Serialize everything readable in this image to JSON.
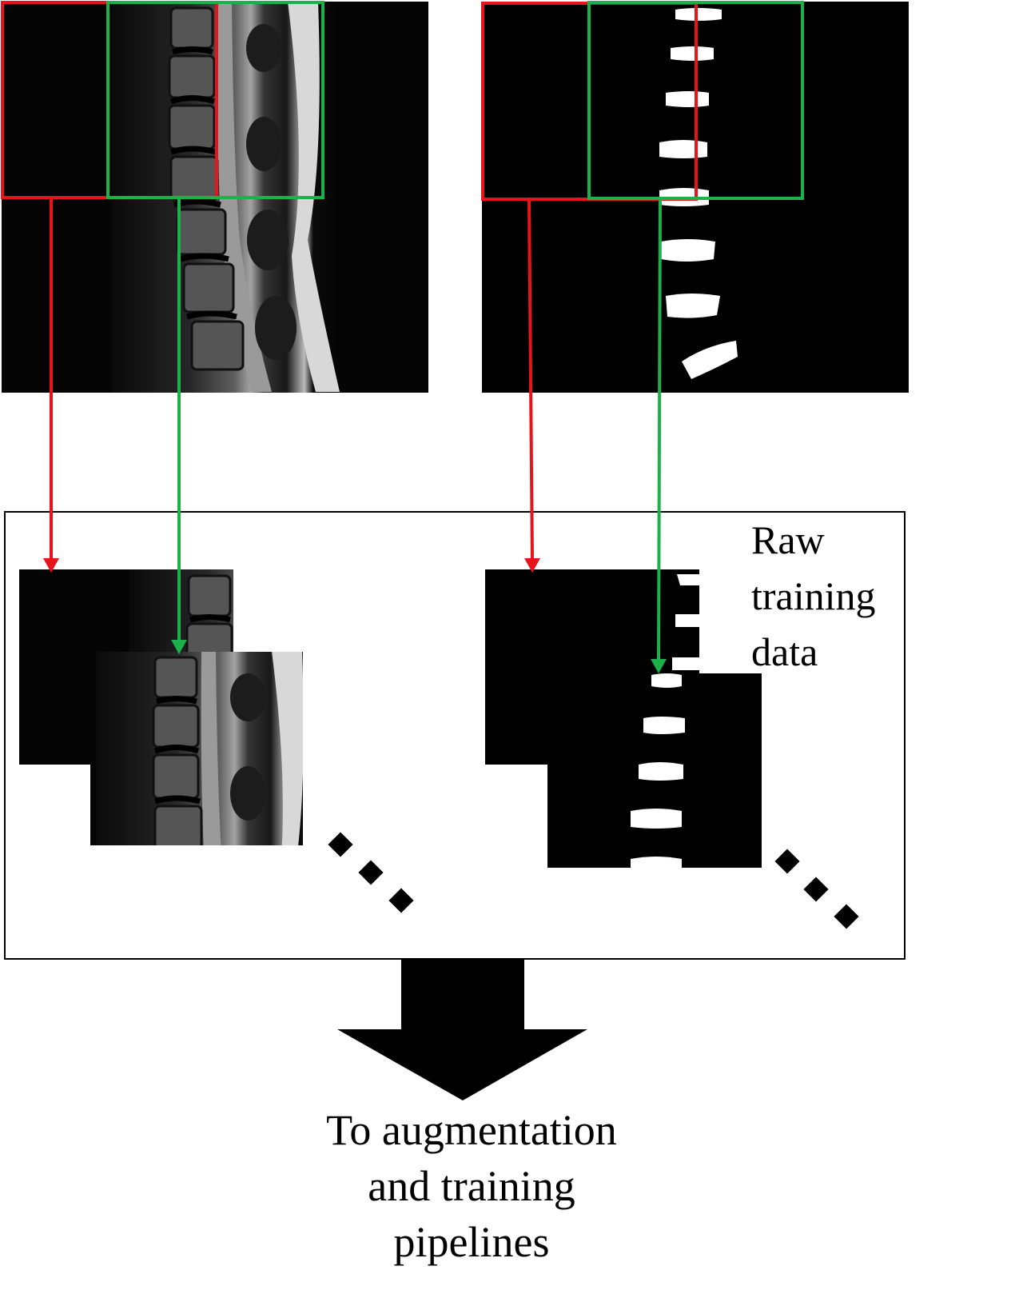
{
  "raw_data_label": {
    "line1": "Raw",
    "line2": "training",
    "line3": "data"
  },
  "output_label": {
    "line1": "To augmentation",
    "line2": "and training",
    "line3": "pipelines"
  },
  "colors": {
    "crop_box_1": "#e8141c",
    "crop_box_2": "#1db14b",
    "background": "#ffffff",
    "image_black": "#000000",
    "mask_white": "#ffffff",
    "arrow": "#000000"
  },
  "icons": {
    "ellipsis": "continuation-dots-icon",
    "big_arrow": "down-arrow-icon"
  }
}
